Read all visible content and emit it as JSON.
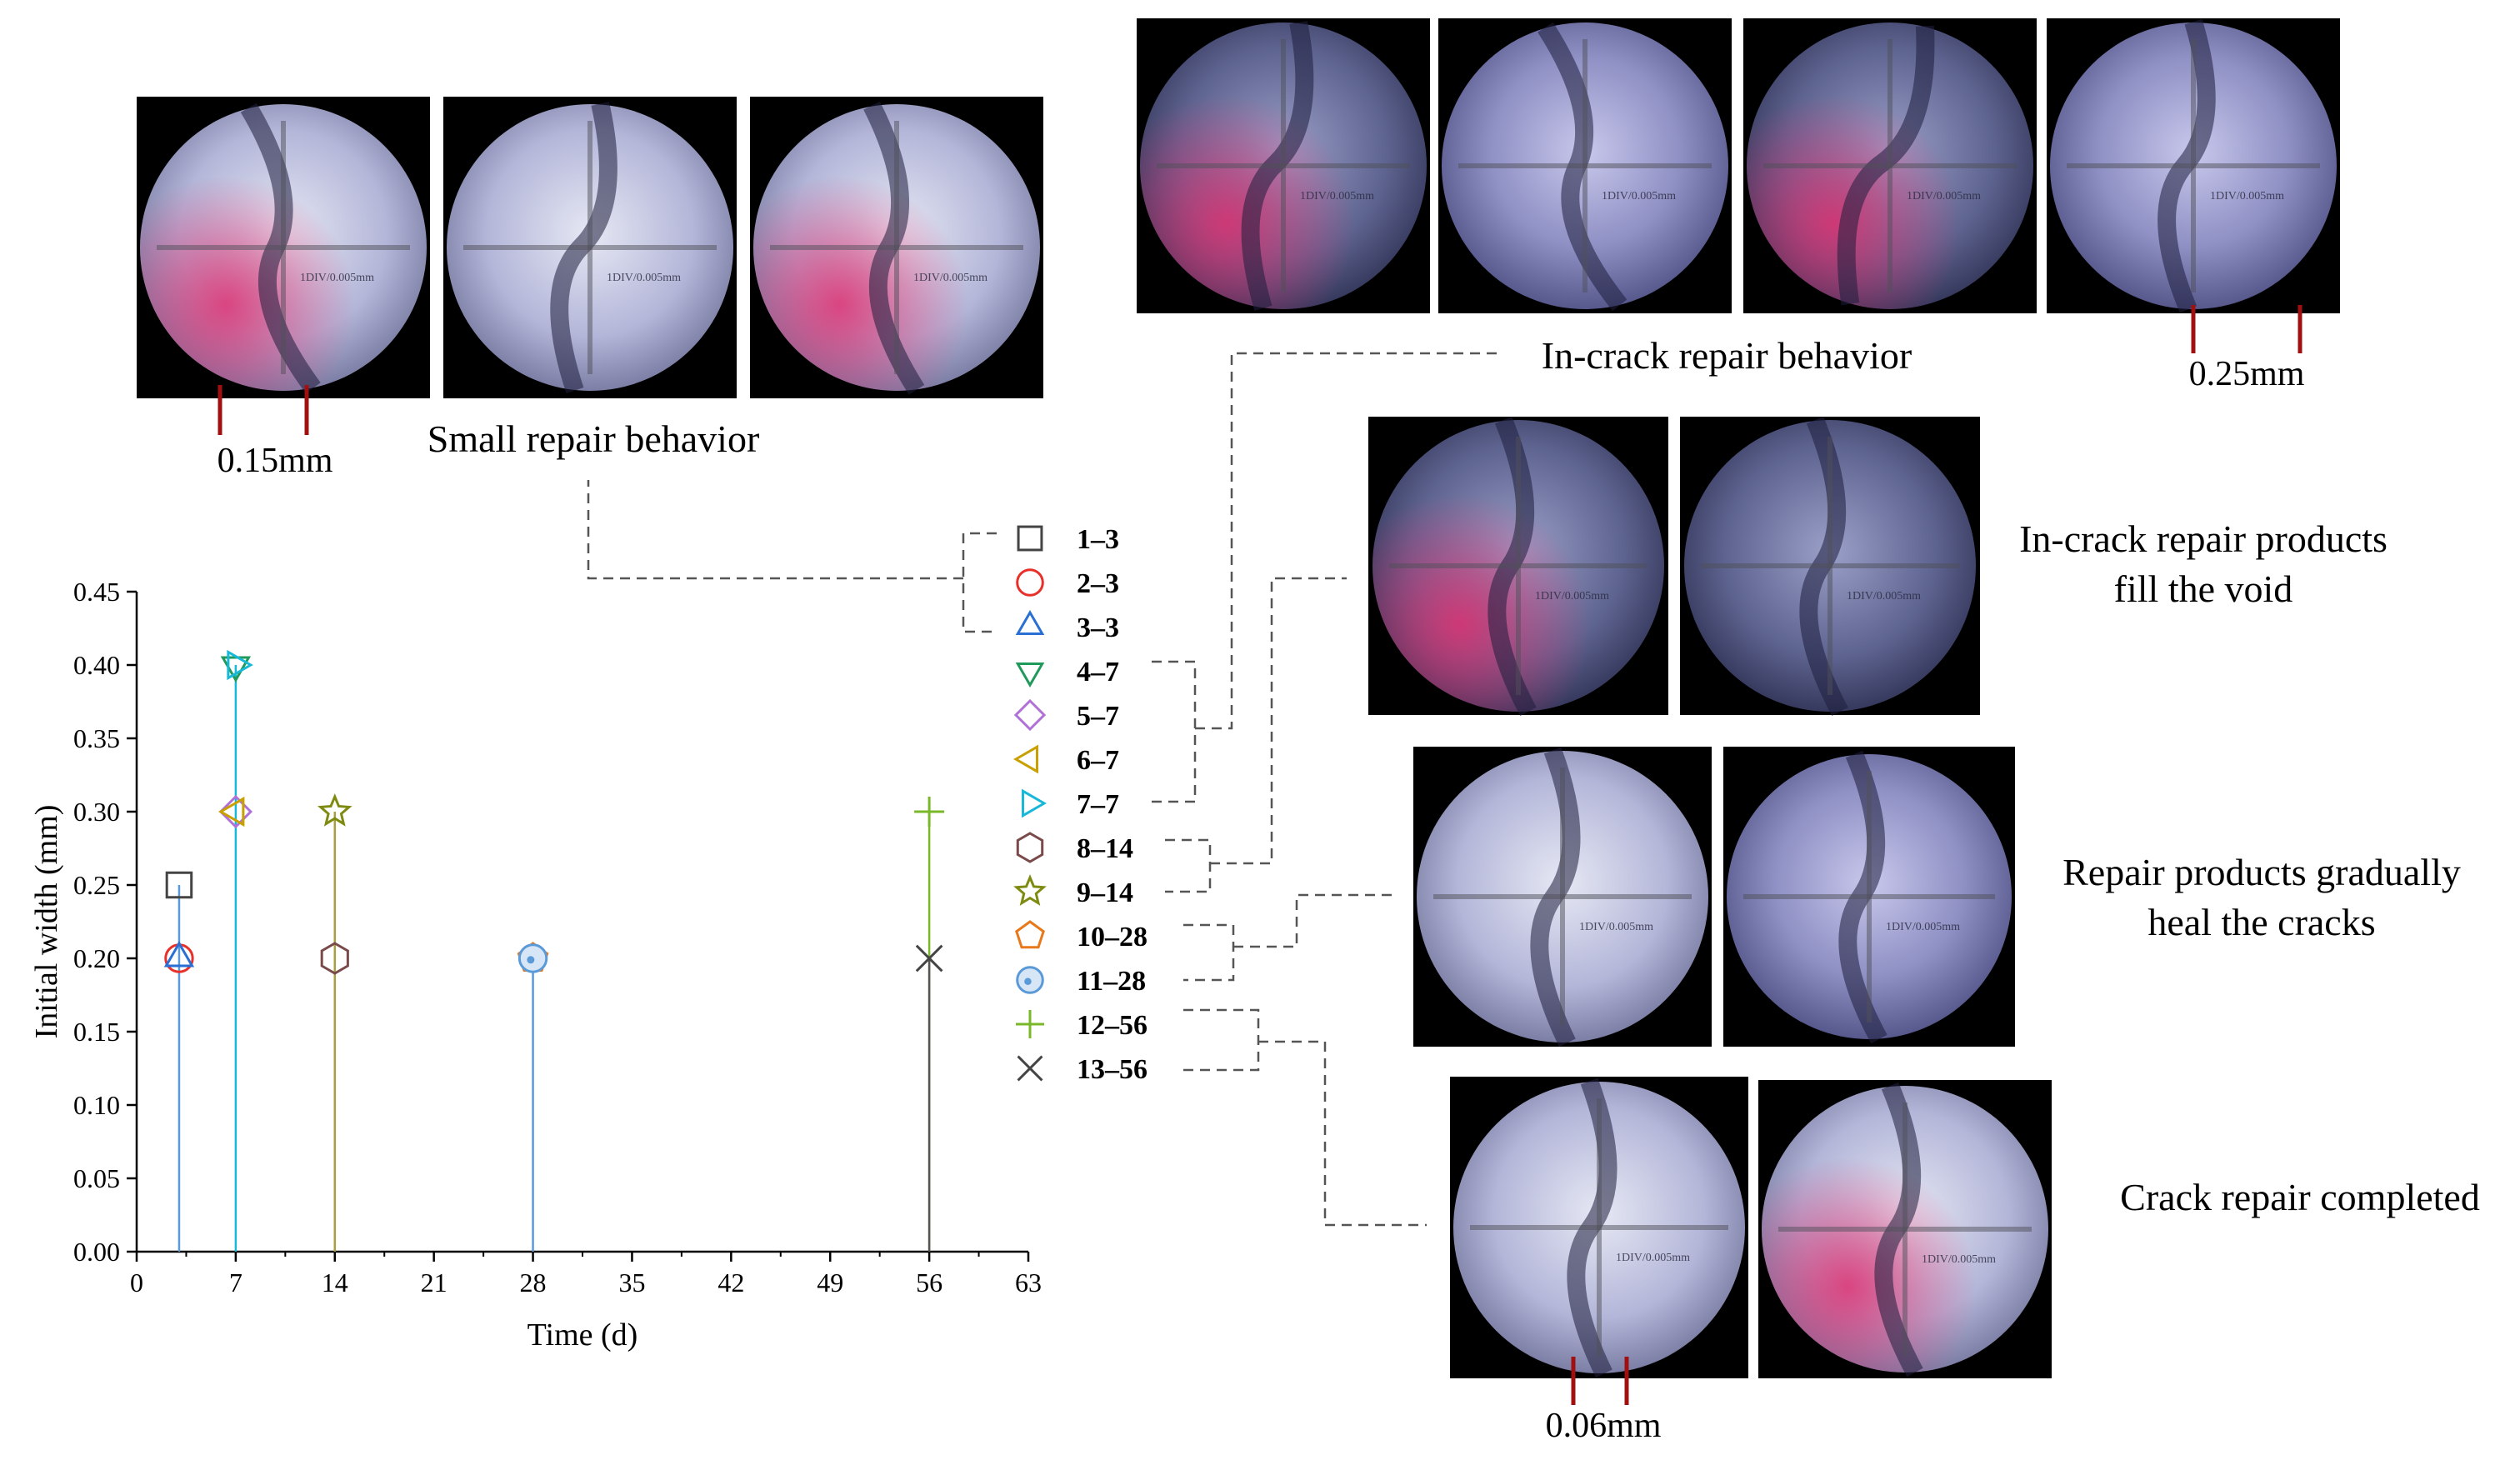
{
  "captions": {
    "small_repair": "Small repair behavior",
    "in_crack": "In-crack repair behavior",
    "fill_void_line1": "In-crack repair products",
    "fill_void_line2": "fill the void",
    "gradual_line1": "Repair products gradually",
    "gradual_line2": "heal the cracks",
    "completed": "Crack repair completed"
  },
  "scale_bars": {
    "small": "0.15mm",
    "in_crack": "0.25mm",
    "completed": "0.06mm"
  },
  "micrograph_reticle_label": "1DIV/0.005mm",
  "colors": {
    "scale_bar": "#a01010",
    "connector": "#555555"
  },
  "chart_data": {
    "type": "scatter",
    "xlabel": "Time (d)",
    "ylabel": "Initial width (mm)",
    "xlim": [
      0,
      63
    ],
    "ylim": [
      0,
      0.45
    ],
    "xticks": [
      "0",
      "7",
      "14",
      "21",
      "28",
      "35",
      "42",
      "49",
      "56",
      "63"
    ],
    "yticks": [
      "0.00",
      "0.05",
      "0.10",
      "0.15",
      "0.20",
      "0.25",
      "0.30",
      "0.35",
      "0.40",
      "0.45"
    ],
    "legend": "right",
    "series": [
      {
        "name": "1–3",
        "x": 3,
        "y": 0.25,
        "marker": "square",
        "color": "#444444"
      },
      {
        "name": "2–3",
        "x": 3,
        "y": 0.2,
        "marker": "circle",
        "color": "#e8302a"
      },
      {
        "name": "3–3",
        "x": 3,
        "y": 0.2,
        "marker": "triangle-up",
        "color": "#2a6fd4"
      },
      {
        "name": "4–7",
        "x": 7,
        "y": 0.4,
        "marker": "triangle-down",
        "color": "#1f9a5a"
      },
      {
        "name": "5–7",
        "x": 7,
        "y": 0.3,
        "marker": "diamond",
        "color": "#b070d8"
      },
      {
        "name": "6–7",
        "x": 7,
        "y": 0.3,
        "marker": "triangle-left",
        "color": "#c8a000"
      },
      {
        "name": "7–7",
        "x": 7,
        "y": 0.4,
        "marker": "triangle-right",
        "color": "#18b8d8"
      },
      {
        "name": "8–14",
        "x": 14,
        "y": 0.2,
        "marker": "hexagon",
        "color": "#7a4a4a"
      },
      {
        "name": "9–14",
        "x": 14,
        "y": 0.3,
        "marker": "star",
        "color": "#7f8a10"
      },
      {
        "name": "10–28",
        "x": 28,
        "y": 0.2,
        "marker": "pentagon",
        "color": "#e8781a"
      },
      {
        "name": "11–28",
        "x": 28,
        "y": 0.2,
        "marker": "dot-circle",
        "color": "#5a9ad8"
      },
      {
        "name": "12–56",
        "x": 56,
        "y": 0.3,
        "marker": "plus",
        "color": "#7ab82a"
      },
      {
        "name": "13–56",
        "x": 56,
        "y": 0.2,
        "marker": "cross",
        "color": "#444444"
      }
    ],
    "drop_lines": [
      {
        "x": 3,
        "y": 0.25,
        "color": "#5a9ad8"
      },
      {
        "x": 7,
        "y": 0.4,
        "color": "#18b8d8"
      },
      {
        "x": 14,
        "y": 0.3,
        "color": "#a8a040"
      },
      {
        "x": 28,
        "y": 0.2,
        "color": "#5a9ad8"
      },
      {
        "x": 56,
        "y": 0.3,
        "color": "#7ab82a"
      },
      {
        "x": 56,
        "y": 0.2,
        "color": "#555555"
      }
    ]
  }
}
